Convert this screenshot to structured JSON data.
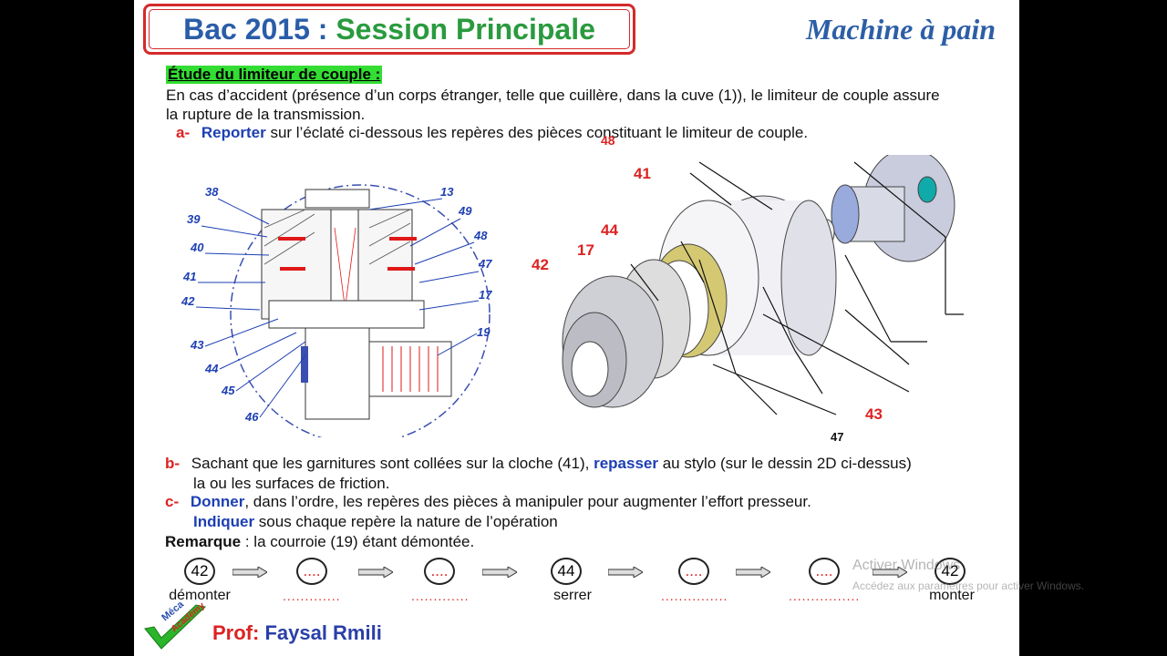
{
  "header": {
    "title_part1": "Bac 2015",
    "title_sep": " : ",
    "title_part2": "Session Principale",
    "subject": "Machine à pain"
  },
  "section": {
    "title": "Étude du limiteur de couple :",
    "intro": "En cas d’accident (présence d’un corps étranger, telle que cuillère, dans la cuve (1)), le limiteur de couple assure la rupture de la transmission."
  },
  "question_a": {
    "letter": "a-",
    "verb": "Reporter",
    "text": " sur l’éclaté ci-dessous les repères des pièces constituant le limiteur de couple."
  },
  "stray_label": "48",
  "drawing2d": {
    "labels_left": [
      "38",
      "39",
      "40",
      "41",
      "42",
      "43",
      "44",
      "45",
      "46"
    ],
    "labels_right": [
      "13",
      "49",
      "48",
      "47",
      "17",
      "19"
    ]
  },
  "exploded": {
    "labels_red": [
      "41",
      "44",
      "17",
      "42",
      "43"
    ],
    "label_black": "47"
  },
  "question_b": {
    "letter": "b-",
    "text1": "Sachant que les garnitures sont collées sur la cloche (41), ",
    "verb": "repasser",
    "text2": " au stylo (sur le dessin 2D ci-dessus)",
    "text3": "la ou les surfaces de friction."
  },
  "question_c": {
    "letter": "c-",
    "verb1": "Donner",
    "text1": ", dans l’ordre, les repères des pièces à manipuler pour augmenter l’effort presseur.",
    "verb2": "Indiquer",
    "text2": " sous chaque repère la nature de l’opération"
  },
  "remark": {
    "label": "Remarque",
    "text": " : la courroie (19) étant démontée."
  },
  "sequence": [
    {
      "value": "42",
      "caption": "démonter"
    },
    {
      "value": "....",
      "caption": "............."
    },
    {
      "value": "....",
      "caption": "............."
    },
    {
      "value": "44",
      "caption": "serrer"
    },
    {
      "value": "....",
      "caption": "..............."
    },
    {
      "value": "....",
      "caption": "................"
    },
    {
      "value": "42",
      "caption": "monter"
    }
  ],
  "footer": {
    "prof_label": "Prof:",
    "prof_name": " Faysal Rmili",
    "logo_text1": "Méca",
    "logo_text2": "Académy"
  },
  "watermark": {
    "line1": "Activer Windows",
    "line2": "Accédez aux paramètres pour activer Windows."
  },
  "colors": {
    "title_blue": "#2a5da8",
    "title_green": "#2a9a3e",
    "accent_red": "#d22222",
    "accent_blue": "#1d3fb3",
    "highlight_green": "#33dd33"
  }
}
